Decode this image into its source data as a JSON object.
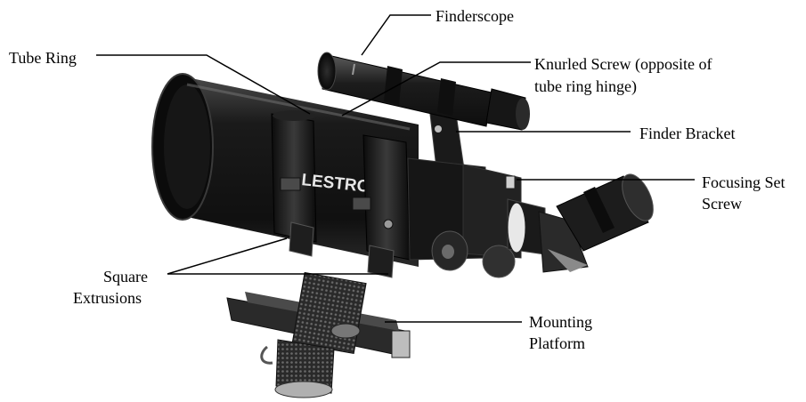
{
  "labels": {
    "finderscope": "Finderscope",
    "tube_ring": "Tube Ring",
    "knurled_line1": "Knurled Screw  (opposite of",
    "knurled_line2": "tube ring hinge)",
    "finder_bracket": "Finder Bracket",
    "focusing_line1": "Focusing Set",
    "focusing_line2": "Screw",
    "square_line1": "Square",
    "square_line2": "Extrusions",
    "mounting_line1": "Mounting",
    "mounting_line2": "Platform"
  },
  "tube_lettering": "LESTRO",
  "colors": {
    "background": "#ffffff",
    "text": "#000000",
    "scope_dark": "#141414",
    "scope_mid": "#2b2b2b",
    "scope_light": "#5a5a5a",
    "leader": "#000000"
  }
}
